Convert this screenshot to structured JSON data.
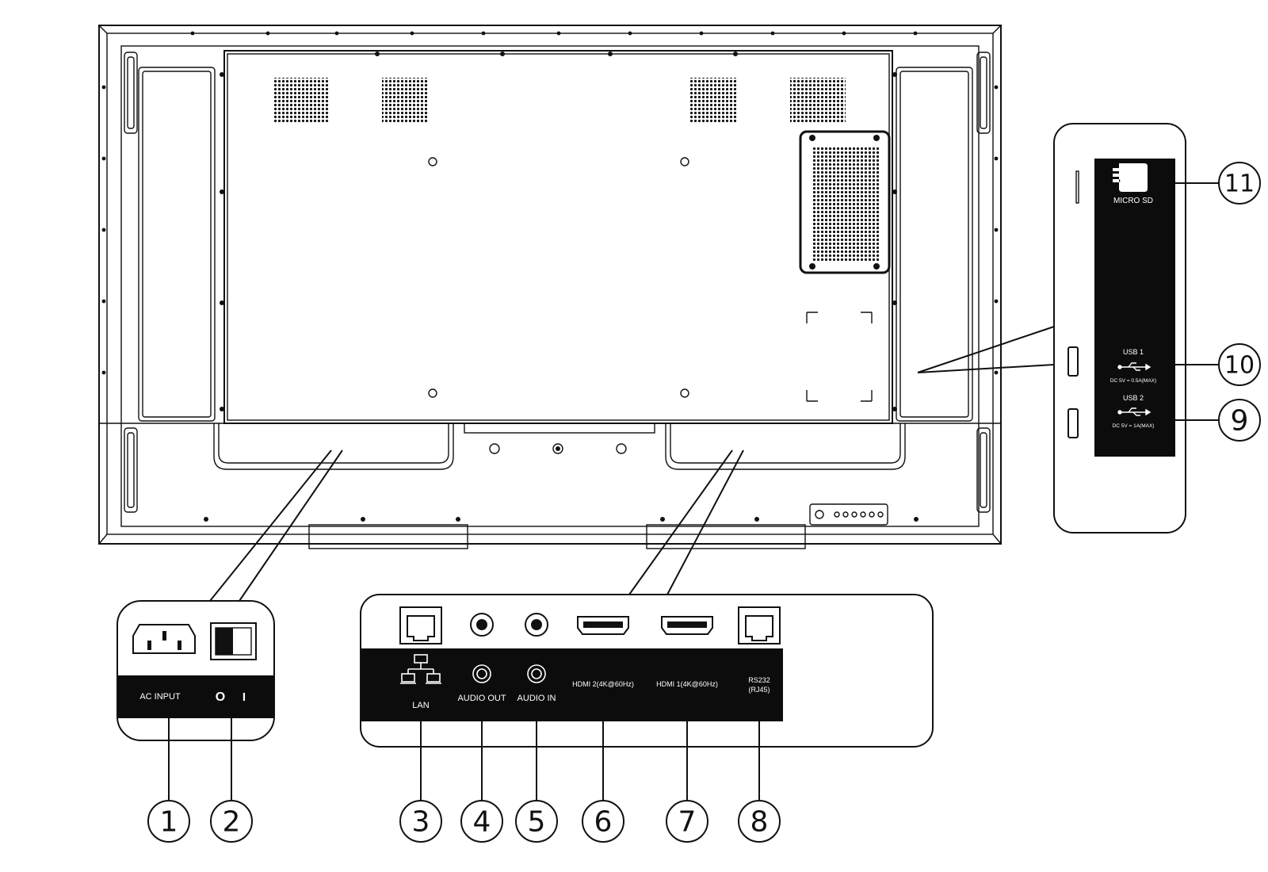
{
  "callouts": {
    "c1": "1",
    "c2": "2",
    "c3": "3",
    "c4": "4",
    "c5": "5",
    "c6": "6",
    "c7": "7",
    "c8": "8",
    "c9": "9",
    "c10": "10",
    "c11": "11"
  },
  "power_panel": {
    "ac_input": "AC INPUT",
    "switch_off": "O",
    "switch_on": "I"
  },
  "io_panel": {
    "lan": "LAN",
    "audio_out": "AUDIO OUT",
    "audio_in": "AUDIO IN",
    "hdmi2": "HDMI 2(4K@60Hz)",
    "hdmi1": "HDMI 1(4K@60Hz)",
    "rs232_line1": "RS232",
    "rs232_line2": "(RJ45)"
  },
  "side_panel": {
    "micro_sd": "MICRO SD",
    "usb1": "USB 1",
    "usb1_rating": "DC 5V = 0.5A(MAX)",
    "usb2": "USB 2",
    "usb2_rating": "DC 5V = 1A(MAX)"
  },
  "icons": [
    "ethernet-icon",
    "audio-jack-icon",
    "hdmi-icon",
    "usb-icon",
    "sd-card-icon",
    "ac-socket-icon",
    "rocker-switch-icon"
  ]
}
